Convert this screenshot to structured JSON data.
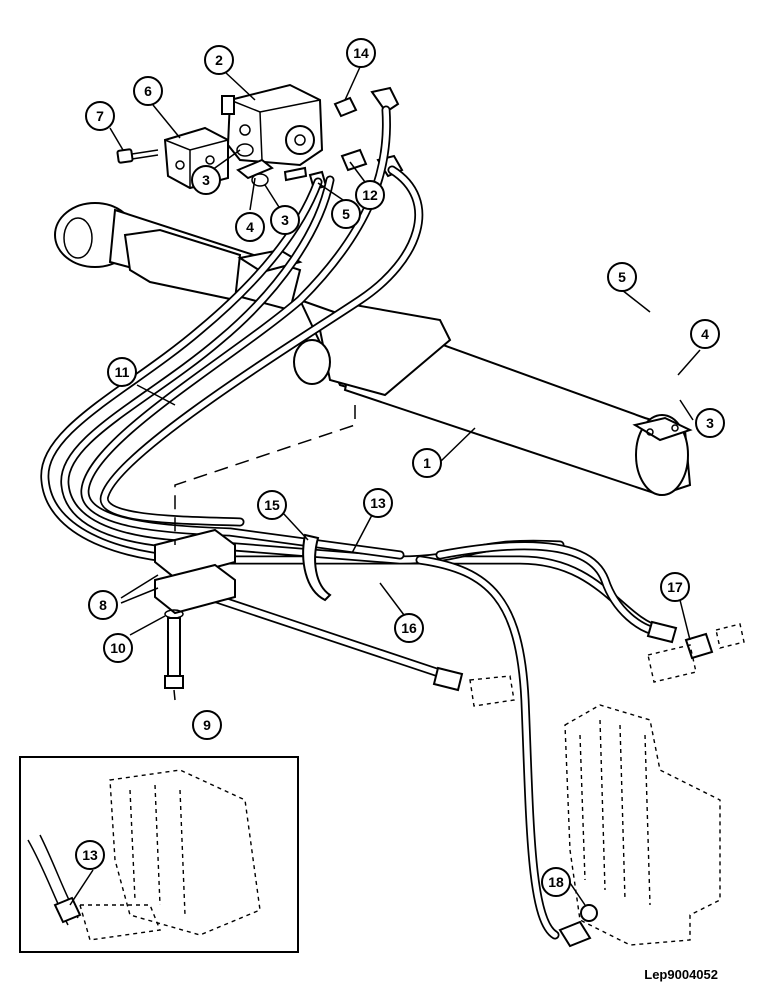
{
  "reference_code": "Lep9004052",
  "callouts": [
    {
      "id": "c1",
      "label": "1"
    },
    {
      "id": "c2",
      "label": "2"
    },
    {
      "id": "c3a",
      "label": "3"
    },
    {
      "id": "c3b",
      "label": "3"
    },
    {
      "id": "c3c",
      "label": "3"
    },
    {
      "id": "c4a",
      "label": "4"
    },
    {
      "id": "c4b",
      "label": "4"
    },
    {
      "id": "c5a",
      "label": "5"
    },
    {
      "id": "c5b",
      "label": "5"
    },
    {
      "id": "c6",
      "label": "6"
    },
    {
      "id": "c7",
      "label": "7"
    },
    {
      "id": "c8",
      "label": "8"
    },
    {
      "id": "c9",
      "label": "9"
    },
    {
      "id": "c10",
      "label": "10"
    },
    {
      "id": "c11",
      "label": "11"
    },
    {
      "id": "c12",
      "label": "12"
    },
    {
      "id": "c13a",
      "label": "13"
    },
    {
      "id": "c13b",
      "label": "13"
    },
    {
      "id": "c14",
      "label": "14"
    },
    {
      "id": "c15",
      "label": "15"
    },
    {
      "id": "c16",
      "label": "16"
    },
    {
      "id": "c17",
      "label": "17"
    },
    {
      "id": "c18",
      "label": "18"
    }
  ]
}
